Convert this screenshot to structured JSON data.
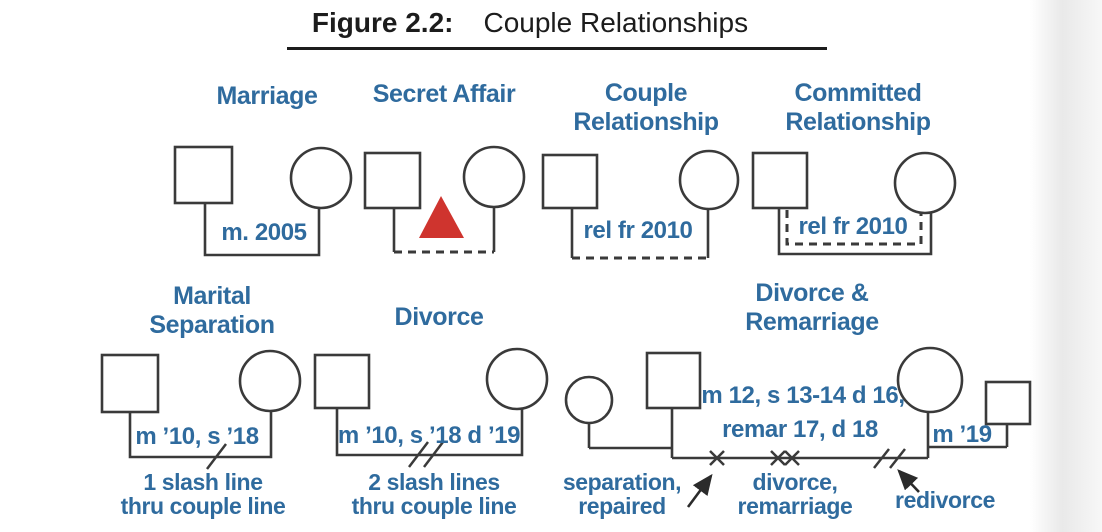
{
  "title": {
    "figure_label": "Figure 2.2:",
    "figure_title": "Couple Relationships"
  },
  "colors": {
    "text_blue": "#2f6b9e",
    "line_gray": "#3a3a3a",
    "triangle_red": "#cf342e",
    "title_black": "#1c1c1c"
  },
  "symbols": {
    "male_symbol": "square",
    "female_symbol": "circle",
    "secret_affair_marker": "red-triangle",
    "separation_mark": "1-slash",
    "divorce_mark": "2-slashes",
    "separation_repaired_mark": "x-mark",
    "divorce_remarriage_mark": "double-x-mark",
    "redivorce_mark": "double-slash"
  },
  "row1": {
    "marriage": {
      "heading": "Marriage",
      "label": "m. 2005"
    },
    "secret_affair": {
      "heading": "Secret Affair"
    },
    "couple_relationship": {
      "heading_line1": "Couple",
      "heading_line2": "Relationship",
      "label": "rel fr 2010"
    },
    "committed_relationship": {
      "heading_line1": "Committed",
      "heading_line2": "Relationship",
      "label": "rel fr 2010"
    }
  },
  "row2": {
    "marital_separation": {
      "heading_line1": "Marital",
      "heading_line2": "Separation",
      "label": "m ’10, s ’18",
      "caption_line1": "1 slash line",
      "caption_line2": "thru couple line"
    },
    "divorce": {
      "heading": "Divorce",
      "label": "m ’10, s ’18 d ’19",
      "caption_line1": "2 slash lines",
      "caption_line2": "thru couple line"
    },
    "divorce_remarriage": {
      "heading_line1": "Divorce &",
      "heading_line2": "Remarriage",
      "label_line1": "m 12, s 13-14 d 16,",
      "label_line2": "remar 17, d 18",
      "label_m19": "m ’19",
      "caption_separation_line1": "separation,",
      "caption_separation_line2": "repaired",
      "caption_divorce_line1": "divorce,",
      "caption_divorce_line2": "remarriage",
      "caption_redivorce": "redivorce"
    }
  }
}
